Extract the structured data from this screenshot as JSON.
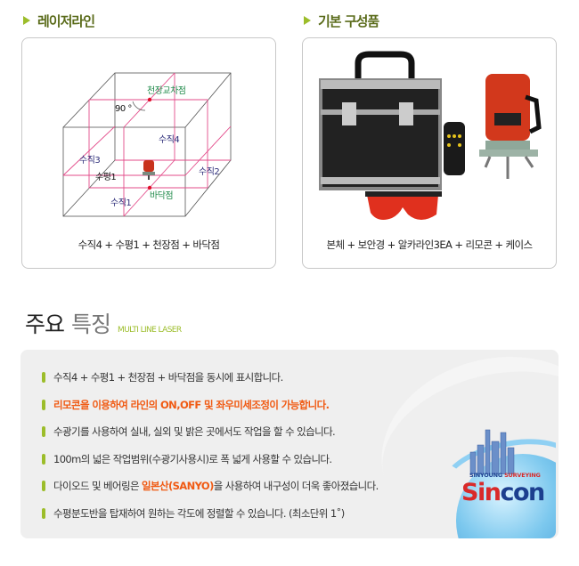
{
  "sections": {
    "laser_line": {
      "title": "레이저라인",
      "caption": "수직4 + 수평1 + 천장점 + 바닥점",
      "diagram_labels": {
        "ceiling_cross": "천장교차점",
        "angle": "90 °",
        "vertical4": "수직4",
        "vertical3": "수직3",
        "horizontal1": "수평1",
        "vertical2": "수직2",
        "vertical1": "수직1",
        "floor_point": "바닥점"
      }
    },
    "basic_components": {
      "title": "기본 구성품",
      "caption": "본체 + 보안경 + 알카라인3EA + 리모콘 + 케이스"
    }
  },
  "features": {
    "title_main": "주요",
    "title_sub": "특징",
    "title_en": "MULTI LINE LASER",
    "items": [
      {
        "text": "수직4 + 수평1 + 천장점 + 바닥점을 동시에 표시합니다."
      },
      {
        "text": "리모콘을 이용하여 라인의  ON,OFF 및 좌우미세조정이 가능합니다."
      },
      {
        "text": "수광기를 사용하여 실내, 실외 및 밝은 곳에서도 작업을 할 수 있습니다."
      },
      {
        "text": "100m의 넓은 작업범위(수광기사용시)로 폭 넓게 사용할 수 있습니다."
      },
      {
        "pre": "다이오드 및 베어링은 ",
        "highlight": "일본산(SANYO)",
        "post": "을 사용하여 내구성이 더욱 좋아졌습니다."
      },
      {
        "text": "수평분도반을 탑재하여 원하는 각도에 정렬할 수 있습니다. (최소단위 1˚)"
      }
    ]
  },
  "logo": {
    "tagline_a": "SINYOUNG ",
    "tagline_b": "SURVEYING",
    "brand_a": "Sin",
    "brand_b": "con"
  },
  "colors": {
    "accent_green": "#9cbd2a",
    "title_green": "#5a6b1a",
    "highlight_orange": "#f05a13",
    "panel_gray": "#efefef"
  }
}
